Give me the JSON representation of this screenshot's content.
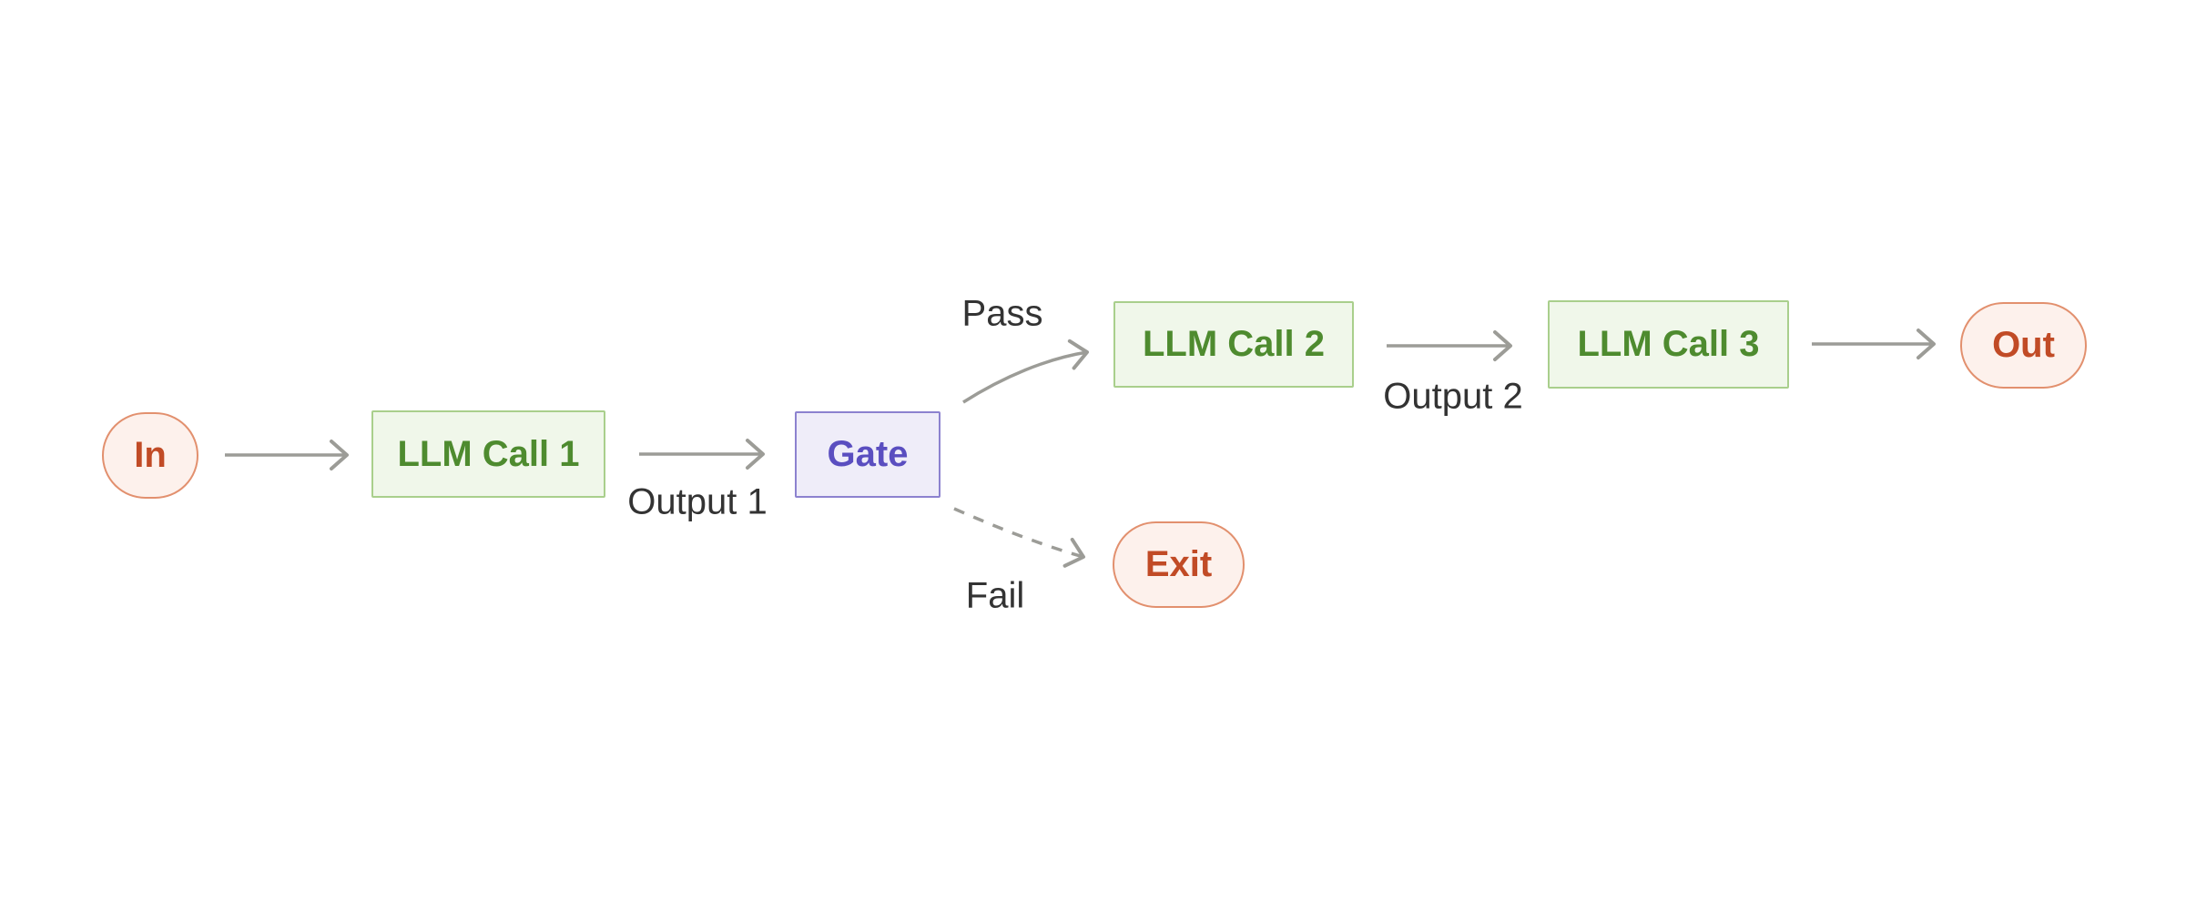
{
  "diagram": {
    "type": "flowchart",
    "direction": "left-to-right",
    "nodes": [
      {
        "id": "in",
        "label": "In",
        "shape": "stadium",
        "colorway": "red"
      },
      {
        "id": "llm1",
        "label": "LLM Call 1",
        "shape": "rectangle",
        "colorway": "green"
      },
      {
        "id": "gate",
        "label": "Gate",
        "shape": "rectangle",
        "colorway": "purple"
      },
      {
        "id": "llm2",
        "label": "LLM Call 2",
        "shape": "rectangle",
        "colorway": "green"
      },
      {
        "id": "llm3",
        "label": "LLM Call 3",
        "shape": "rectangle",
        "colorway": "green"
      },
      {
        "id": "out",
        "label": "Out",
        "shape": "stadium",
        "colorway": "red"
      },
      {
        "id": "exit",
        "label": "Exit",
        "shape": "stadium",
        "colorway": "red"
      }
    ],
    "edges": [
      {
        "from": "in",
        "to": "llm1",
        "label": "",
        "style": "solid"
      },
      {
        "from": "llm1",
        "to": "gate",
        "label": "Output 1",
        "style": "solid"
      },
      {
        "from": "gate",
        "to": "llm2",
        "label": "Pass",
        "style": "solid"
      },
      {
        "from": "llm2",
        "to": "llm3",
        "label": "Output 2",
        "style": "solid"
      },
      {
        "from": "llm3",
        "to": "out",
        "label": "",
        "style": "solid"
      },
      {
        "from": "gate",
        "to": "exit",
        "label": "Fail",
        "style": "dashed"
      }
    ],
    "edge_labels": [
      {
        "text": "Output 1"
      },
      {
        "text": "Pass"
      },
      {
        "text": "Output 2"
      },
      {
        "text": "Fail"
      }
    ],
    "colors": {
      "green_fill": "#f0f7ea",
      "green_border": "#a9cf8c",
      "green_text": "#4e8b2f",
      "purple_fill": "#efedf9",
      "purple_border": "#8c82cf",
      "purple_text": "#5a4ec0",
      "red_fill": "#fdf1ec",
      "red_border": "#e2906e",
      "red_text": "#c14b26",
      "arrow": "#9c9c97",
      "label_text": "#333333",
      "background": "#ffffff"
    }
  }
}
